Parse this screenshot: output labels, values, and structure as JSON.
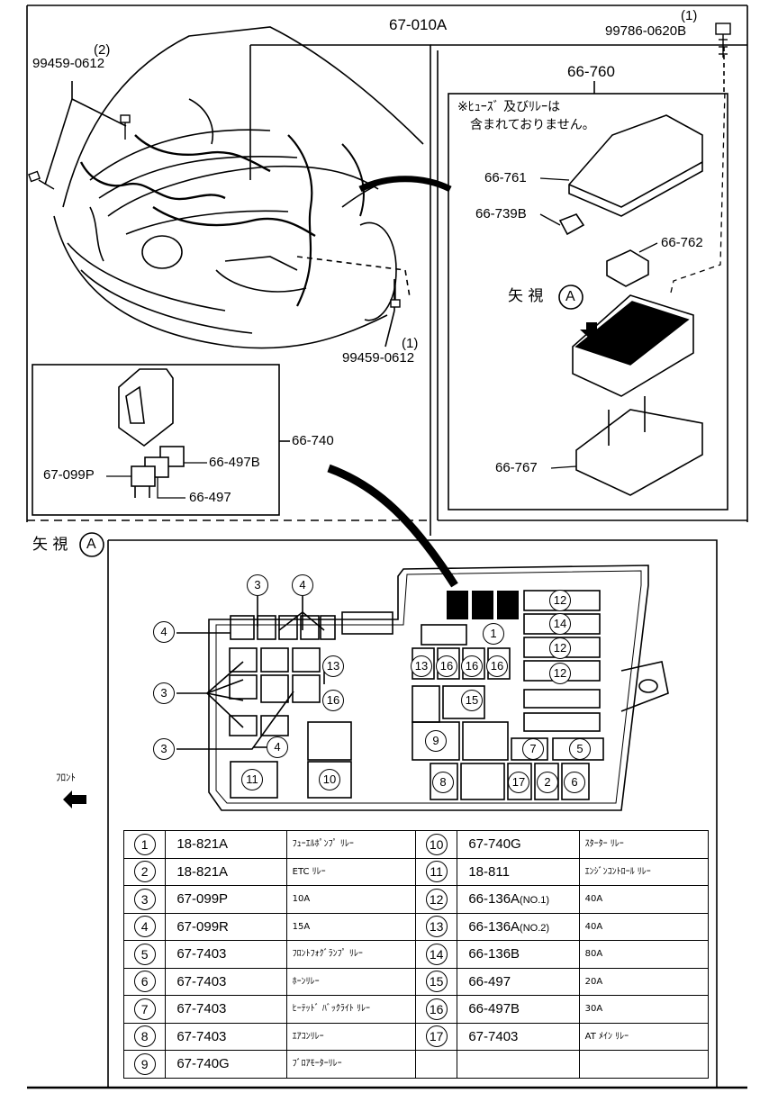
{
  "top_labels": {
    "main_harness": "67-010A",
    "bolt_top_right_qty": "(1)",
    "bolt_top_right": "99786-0620B",
    "fuse_block_assy": "66-760",
    "bolt_left_qty": "(2)",
    "bolt_left": "99459-0612",
    "bolt_center_qty": "(1)",
    "bolt_center": "99459-0612"
  },
  "fuse_assy_panel": {
    "note_line1": "※ﾋｭｰｽﾞ 及びﾘﾚｰは",
    "note_line2": "含まれておりません。",
    "cover": "66-761",
    "clip": "66-739B",
    "relay": "66-762",
    "view_label": "矢 視",
    "view_marker": "A",
    "lower_cover": "66-767"
  },
  "relay_kit_panel": {
    "kit": "66-740",
    "fuse_a": "66-497B",
    "fuse_b": "67-099P",
    "fuse_c": "66-497"
  },
  "view_a": {
    "label": "矢 視",
    "marker": "A",
    "front_label": "ﾌﾛﾝﾄ"
  },
  "parts_table": [
    {
      "no": "1",
      "part": "18-821A",
      "desc": "ﾌｭｰｴﾙﾎﾟﾝﾌﾟ ﾘﾚｰ",
      "no2": "10",
      "part2": "67-740G",
      "desc2": "ｽﾀｰﾀｰ ﾘﾚｰ"
    },
    {
      "no": "2",
      "part": "18-821A",
      "desc": "ETC ﾘﾚｰ",
      "no2": "11",
      "part2": "18-811",
      "desc2": "ｴﾝｼﾞﾝｺﾝﾄﾛｰﾙ ﾘﾚｰ"
    },
    {
      "no": "3",
      "part": "67-099P",
      "desc": "10A",
      "no2": "12",
      "part2": "66-136A",
      "part2_note": "(NO.1)",
      "desc2": "40A"
    },
    {
      "no": "4",
      "part": "67-099R",
      "desc": "15A",
      "no2": "13",
      "part2": "66-136A",
      "part2_note": "(NO.2)",
      "desc2": "40A"
    },
    {
      "no": "5",
      "part": "67-7403",
      "desc": "ﾌﾛﾝﾄﾌｫｸﾞﾗﾝﾌﾟ ﾘﾚｰ",
      "no2": "14",
      "part2": "66-136B",
      "desc2": "80A"
    },
    {
      "no": "6",
      "part": "67-7403",
      "desc": "ﾎｰﾝﾘﾚｰ",
      "no2": "15",
      "part2": "66-497",
      "desc2": "20A"
    },
    {
      "no": "7",
      "part": "67-7403",
      "desc": "ﾋｰﾃｯﾄﾞ ﾊﾞｯｸﾗｲﾄ ﾘﾚｰ",
      "no2": "16",
      "part2": "66-497B",
      "desc2": "30A"
    },
    {
      "no": "8",
      "part": "67-7403",
      "desc": "ｴｱｺﾝﾘﾚｰ",
      "no2": "17",
      "part2": "67-7403",
      "desc2": "AT ﾒｲﾝ ﾘﾚｰ"
    },
    {
      "no": "9",
      "part": "67-740G",
      "desc": "ﾌﾞﾛｱﾓｰﾀｰﾘﾚｰ",
      "no2": "",
      "part2": "",
      "desc2": ""
    }
  ]
}
